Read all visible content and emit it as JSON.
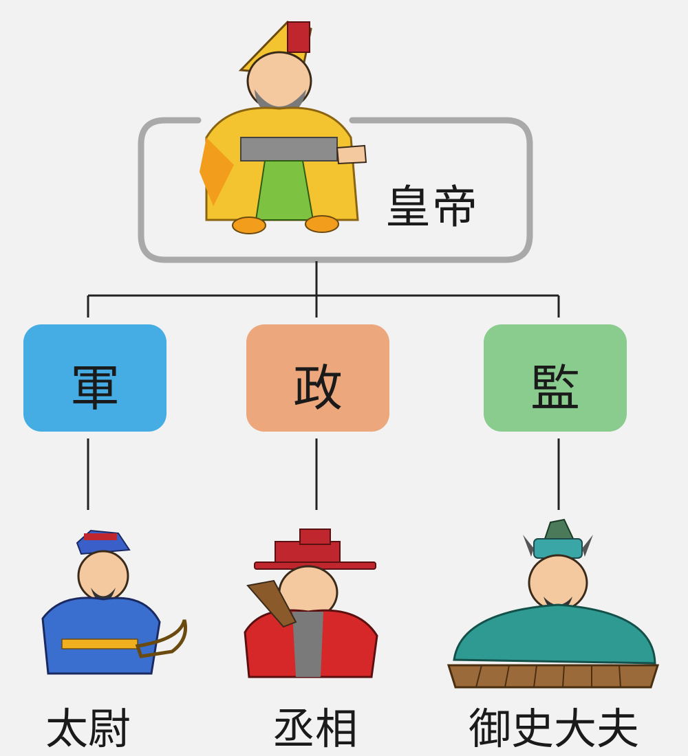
{
  "emperor": {
    "label": "皇帝"
  },
  "branches": [
    {
      "key": "military",
      "label": "軍",
      "color": "#45ade3"
    },
    {
      "key": "government",
      "label": "政",
      "color": "#eda77d"
    },
    {
      "key": "supervision",
      "label": "監",
      "color": "#8acb8e"
    }
  ],
  "officials": [
    {
      "label": "太尉"
    },
    {
      "label": "丞相"
    },
    {
      "label": "御史大夫"
    }
  ],
  "colors": {
    "background": "#f2f2f2",
    "emperor_frame": "#a9a9a9",
    "connector": "#222222"
  }
}
